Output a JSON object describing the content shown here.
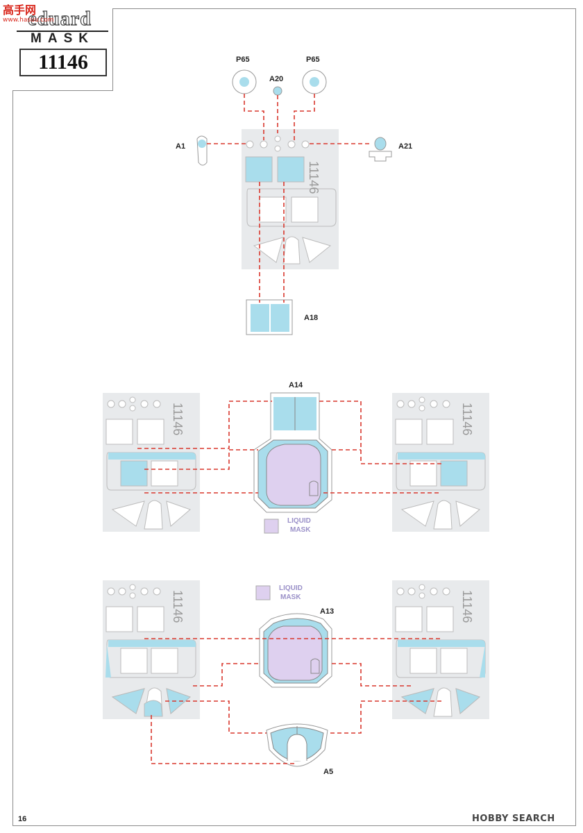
{
  "watermark_top": {
    "title": "高手网",
    "url": "www.hasuu.com"
  },
  "brand": {
    "name": "eduard",
    "product_line": "MASK",
    "code": "11146"
  },
  "sheet_code_label": "11146",
  "labels": {
    "p65_left": "P65",
    "p65_right": "P65",
    "a20": "A20",
    "a1": "A1",
    "a21": "A21",
    "a18": "A18",
    "a14": "A14",
    "a13": "A13",
    "a5": "A5"
  },
  "liquid_mask": {
    "line1": "LIQUID",
    "line2": "MASK"
  },
  "page_number": "16",
  "watermark_bottom": "HOBBY SEARCH",
  "colors": {
    "mask_blue": "#a9ddec",
    "liquid_violet": "#ded0ef",
    "guide_line": "#d9362c",
    "sheet_gray": "#e8eaec"
  }
}
